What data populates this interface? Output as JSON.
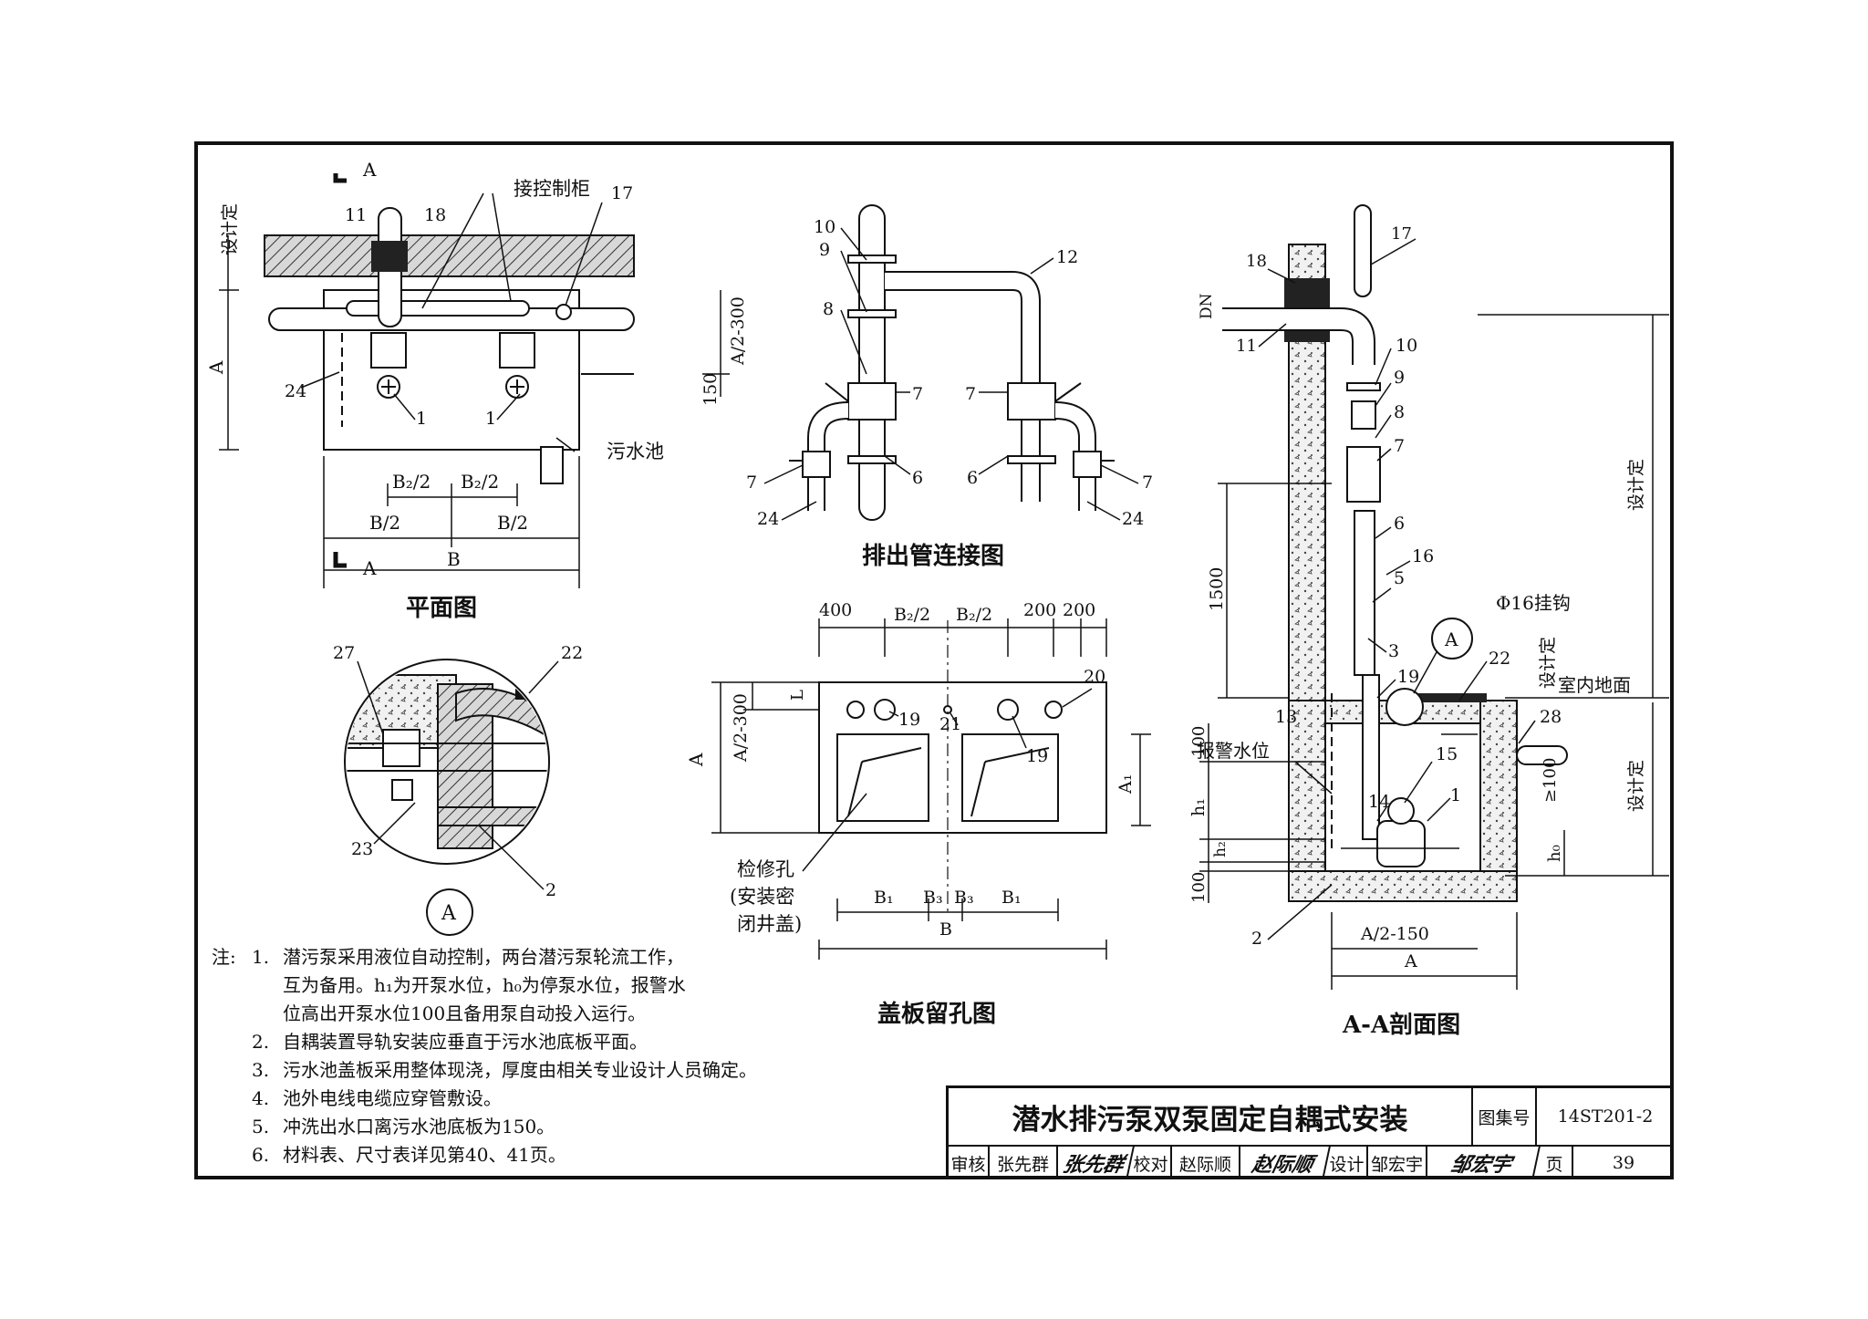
{
  "drawing": {
    "plan": {
      "title": "平面图",
      "labels": {
        "section_mark": "A",
        "section_mark_bottom": "A",
        "design_fixed": "设计定",
        "control_cabinet": "接控制柜",
        "sewage_pool": "污水池",
        "dim_A": "A",
        "dim_A2_300": "A/2-300",
        "dim_150": "150",
        "dim_B2_2_left": "B₂/2",
        "dim_B2_2_right": "B₂/2",
        "dim_B_2_left": "B/2",
        "dim_B_2_right": "B/2",
        "dim_B": "B"
      },
      "callouts": [
        "11",
        "18",
        "17",
        "24",
        "1",
        "1"
      ]
    },
    "discharge": {
      "title": "排出管连接图",
      "callouts": [
        "10",
        "9",
        "8",
        "12",
        "7",
        "7",
        "7",
        "7",
        "6",
        "6",
        "24",
        "24"
      ]
    },
    "section": {
      "title": "A-A剖面图",
      "labels": {
        "dn": "DN",
        "design_fixed_top": "设计定",
        "design_fixed_mid": "设计定",
        "design_fixed_low": "设计定",
        "hook": "Φ16挂钩",
        "indoor_floor": "室内地面",
        "alarm_level": "报警水位",
        "dim_1500": "1500",
        "dim_100_top": "100",
        "dim_100_bottom": "100",
        "h1": "h₁",
        "h2": "h₂",
        "h0": "h₀",
        "ge100": "≥100",
        "dim_A2_150": "A/2-150",
        "dim_A": "A",
        "detail_ref": "A"
      },
      "callouts": [
        "17",
        "18",
        "11",
        "10",
        "9",
        "8",
        "7",
        "6",
        "16",
        "5",
        "3",
        "19",
        "22",
        "28",
        "13",
        "15",
        "14",
        "1",
        "2"
      ]
    },
    "detail": {
      "label": "A",
      "callouts": [
        "27",
        "22",
        "23",
        "2"
      ]
    },
    "cover": {
      "title": "盖板留孔图",
      "labels": {
        "dim_400": "400",
        "dim_B2_2_a": "B₂/2",
        "dim_B2_2_b": "B₂/2",
        "dim_200_a": "200",
        "dim_200_b": "200",
        "dim_L": "L",
        "dim_A2_300": "A/2-300",
        "dim_A": "A",
        "dim_A1": "A₁",
        "dim_B1_a": "B₁",
        "dim_B3_a": "B₃",
        "dim_B3_b": "B₃",
        "dim_B1_b": "B₁",
        "dim_B": "B",
        "inspection_1": "检修孔",
        "inspection_2": "(安装密",
        "inspection_3": "闭井盖)"
      },
      "callouts": [
        "20",
        "19",
        "21",
        "19"
      ]
    }
  },
  "notes": {
    "label": "注:",
    "items": [
      {
        "num": "1.",
        "lines": [
          "潜污泵采用液位自动控制，两台潜污泵轮流工作，",
          "互为备用。h₁为开泵水位，h₀为停泵水位，报警水",
          "位高出开泵水位100且备用泵自动投入运行。"
        ]
      },
      {
        "num": "2.",
        "lines": [
          "自耦装置导轨安装应垂直于污水池底板平面。"
        ]
      },
      {
        "num": "3.",
        "lines": [
          "污水池盖板采用整体现浇，厚度由相关专业设计人员确定。"
        ]
      },
      {
        "num": "4.",
        "lines": [
          "池外电线电缆应穿管敷设。"
        ]
      },
      {
        "num": "5.",
        "lines": [
          "冲洗出水口离污水池底板为150。"
        ]
      },
      {
        "num": "6.",
        "lines": [
          "材料表、尺寸表详见第40、41页。"
        ]
      }
    ]
  },
  "titleblock": {
    "title": "潜水排污泵双泵固定自耦式安装",
    "atlas_label": "图集号",
    "atlas_no": "14ST201-2",
    "page_label": "页",
    "page_no": "39",
    "review_label": "审核",
    "reviewer": "张先群",
    "reviewer_sig": "张先群",
    "check_label": "校对",
    "checker": "赵际顺",
    "checker_sig": "赵际顺",
    "design_label": "设计",
    "designer": "邹宏宇",
    "designer_sig": "邹宏宇"
  }
}
